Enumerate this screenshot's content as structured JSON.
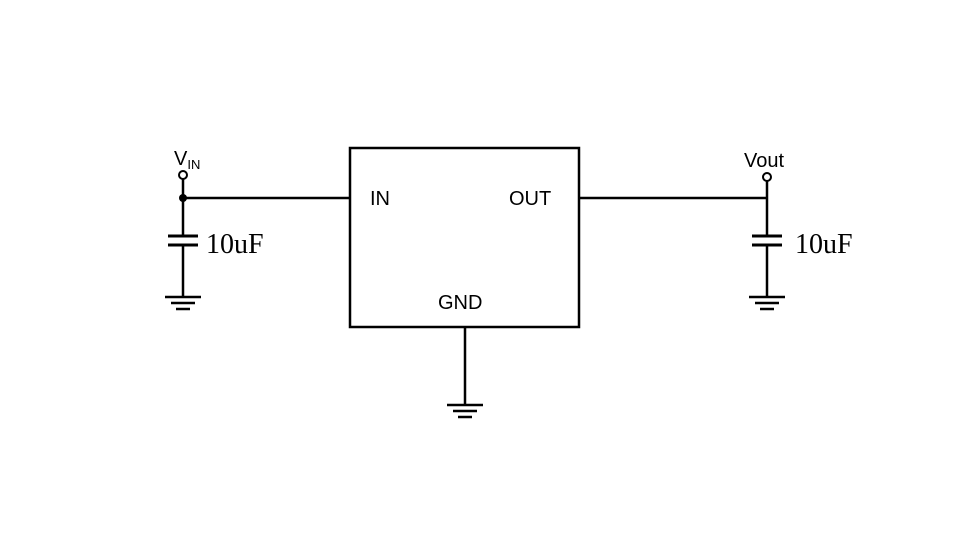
{
  "nodes": {
    "vin": {
      "main": "V",
      "subscript": "IN"
    },
    "vout": {
      "label": "Vout"
    }
  },
  "ic": {
    "pin_in": "IN",
    "pin_out": "OUT",
    "pin_gnd": "GND"
  },
  "capacitors": {
    "input": {
      "value": "10uF"
    },
    "output": {
      "value": "10uF"
    }
  }
}
